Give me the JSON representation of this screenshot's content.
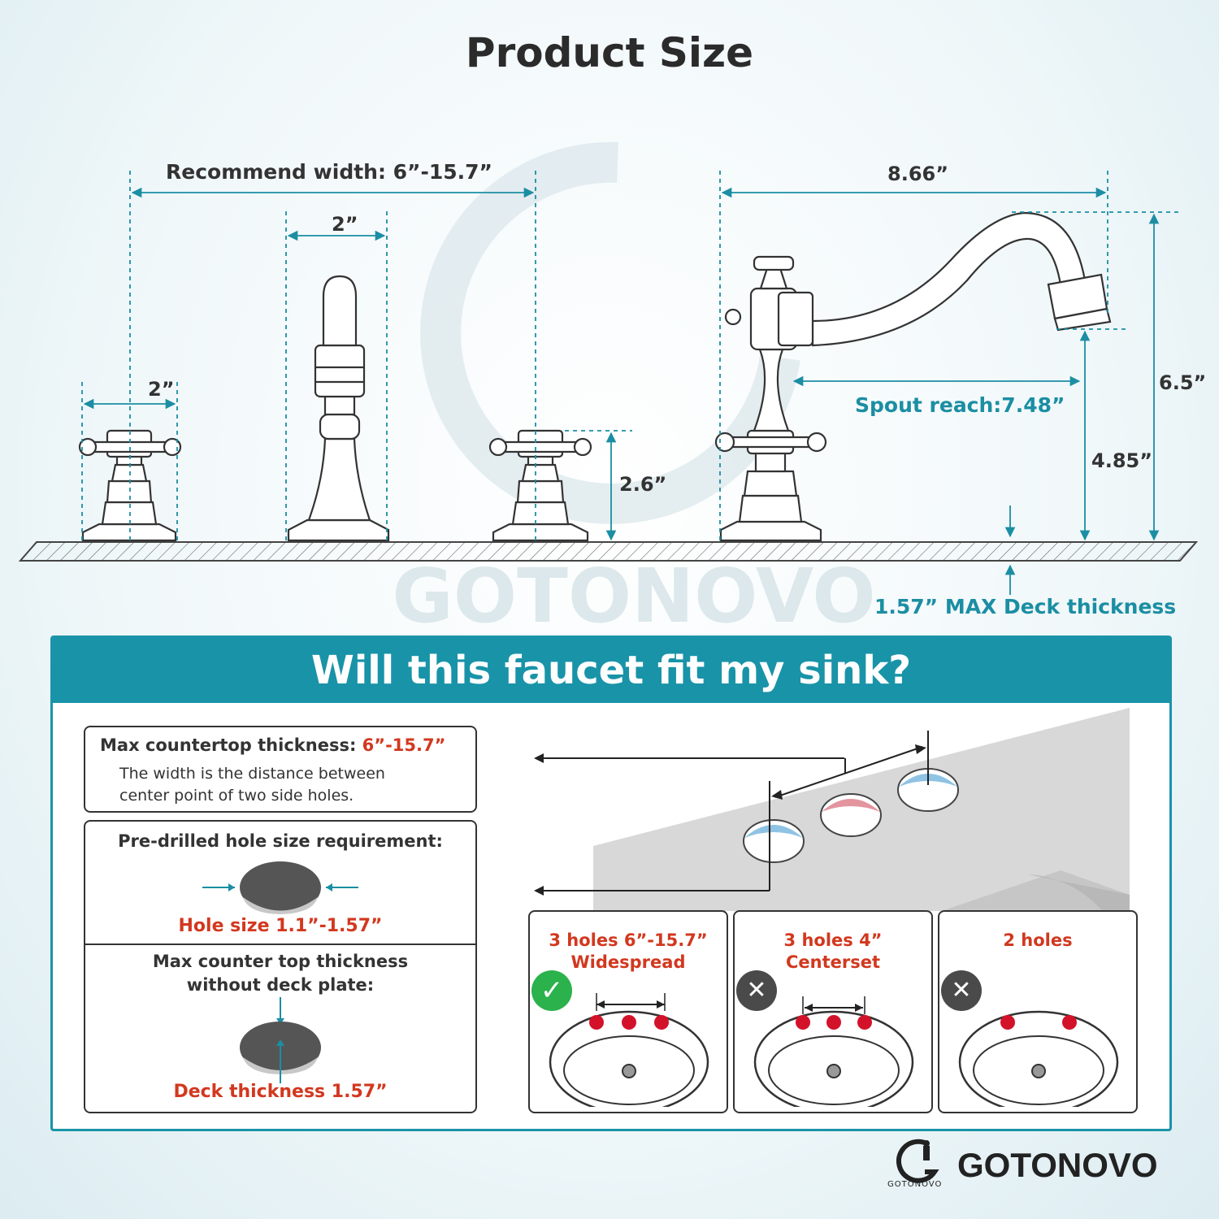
{
  "title": "Product Size",
  "watermark": "GOTONOVO",
  "dimensions": {
    "recommend_width": "Recommend width: 6”-15.7”",
    "spout_top_width": "2”",
    "handle_width": "2”",
    "handle_height": "2.6”",
    "total_length": "8.66”",
    "spout_reach": "Spout reach:7.48”",
    "total_height": "6.5”",
    "spout_height": "4.85”",
    "deck_thickness": "1.57” MAX Deck thickness"
  },
  "fit": {
    "header": "Will this faucet fit my sink?",
    "box1": {
      "label": "Max countertop thickness:",
      "value": "6”-15.7”",
      "desc1": "The width is the distance between",
      "desc2": "center point of two side holes."
    },
    "box2": {
      "title": "Pre-drilled hole size requirement:",
      "hole_size": "Hole size 1.1”-1.57”",
      "title2_line1": "Max counter top thickness",
      "title2_line2": "without deck plate:",
      "deck": "Deck thickness 1.57”"
    },
    "cards": [
      {
        "line1": "3 holes 6”-15.7”",
        "line2": "Widespread",
        "status": "check-icon",
        "status_glyph": "✓",
        "ok": true
      },
      {
        "line1": "3 holes 4”",
        "line2": "Centerset",
        "status": "x-icon",
        "status_glyph": "✕",
        "ok": false
      },
      {
        "line1": "2 holes",
        "line2": "",
        "status": "x-icon",
        "status_glyph": "✕",
        "ok": false
      }
    ]
  },
  "brand": {
    "logo_small": "GOTONOVO",
    "name": "GOTONOVO"
  },
  "colors": {
    "teal": "#1993a8",
    "red": "#d2381f",
    "green": "#2bb24c",
    "dark": "#2b2b2b"
  }
}
